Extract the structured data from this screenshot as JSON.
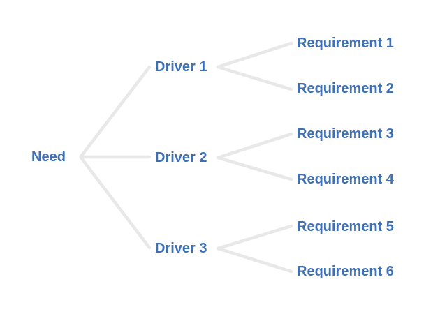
{
  "colors": {
    "text": "#3d70b5",
    "line": "#e8e8e8",
    "background": "#ffffff"
  },
  "tree": {
    "root": {
      "label": "Need"
    },
    "drivers": [
      {
        "label": "Driver 1",
        "requirements": [
          {
            "label": "Requirement 1"
          },
          {
            "label": "Requirement 2"
          }
        ]
      },
      {
        "label": "Driver 2",
        "requirements": [
          {
            "label": "Requirement 3"
          },
          {
            "label": "Requirement 4"
          }
        ]
      },
      {
        "label": "Driver 3",
        "requirements": [
          {
            "label": "Requirement 5"
          },
          {
            "label": "Requirement 6"
          }
        ]
      }
    ]
  }
}
